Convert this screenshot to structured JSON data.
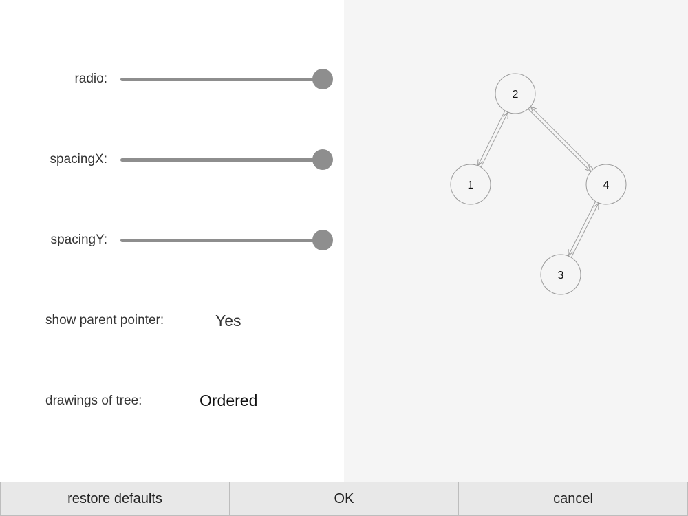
{
  "settings": {
    "radio_label": "radio:",
    "spacingx_label": "spacingX:",
    "spacingy_label": "spacingY:",
    "parent_pointer_label": "show parent pointer:",
    "parent_pointer_value": "Yes",
    "drawings_label": "drawings of tree:",
    "drawings_value": "Ordered",
    "radio_level": 1.0,
    "spacingx_level": 1.0,
    "spacingy_level": 1.0
  },
  "tree": {
    "nodes": [
      {
        "id": "2",
        "label": "2"
      },
      {
        "id": "1",
        "label": "1"
      },
      {
        "id": "4",
        "label": "4"
      },
      {
        "id": "3",
        "label": "3"
      }
    ],
    "edges": [
      {
        "parent": "2",
        "child": "1"
      },
      {
        "parent": "2",
        "child": "4"
      },
      {
        "parent": "4",
        "child": "3"
      }
    ]
  },
  "buttons": {
    "restore_label": "restore defaults",
    "ok_label": "OK",
    "cancel_label": "cancel"
  },
  "colors": {
    "slider": "#8e8e8e",
    "canvas_bg": "#f5f5f5",
    "button_bg": "#e8e8e8"
  }
}
